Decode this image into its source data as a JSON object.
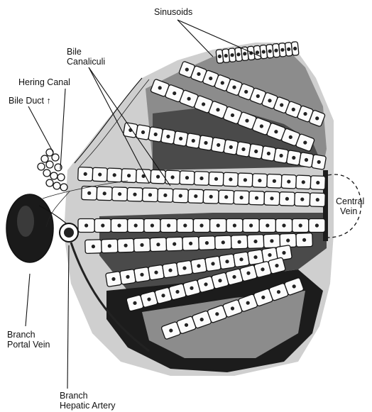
{
  "labels": {
    "sinusoids": "Sinusoids",
    "bile_canaliculi_1": "Bile",
    "bile_canaliculi_2": "Canaliculi",
    "hering_canal": "Hering Canal",
    "bile_duct": "Bile Duct ↑",
    "central_vein_1": "Central",
    "central_vein_2": "Vein",
    "branch_portal_vein_1": "Branch",
    "branch_portal_vein_2": "Portal Vein",
    "branch_hepatic_artery_1": "Branch",
    "branch_hepatic_artery_2": "Hepatic Artery"
  },
  "cords": [
    {
      "name": "plate-top-1",
      "cells": 11
    },
    {
      "name": "plate-top-2",
      "cells": 12
    },
    {
      "name": "plate-top-3",
      "cells": 13
    },
    {
      "name": "plate-upper",
      "cells": 16
    },
    {
      "name": "plate-mid-a",
      "cells": 17
    },
    {
      "name": "plate-mid-b",
      "cells": 16
    },
    {
      "name": "plate-lower-1",
      "cells": 15
    },
    {
      "name": "plate-lower-2",
      "cells": 14
    },
    {
      "name": "plate-lower-3",
      "cells": 13
    },
    {
      "name": "plate-lower-4",
      "cells": 11
    },
    {
      "name": "plate-bottom",
      "cells": 9
    }
  ]
}
